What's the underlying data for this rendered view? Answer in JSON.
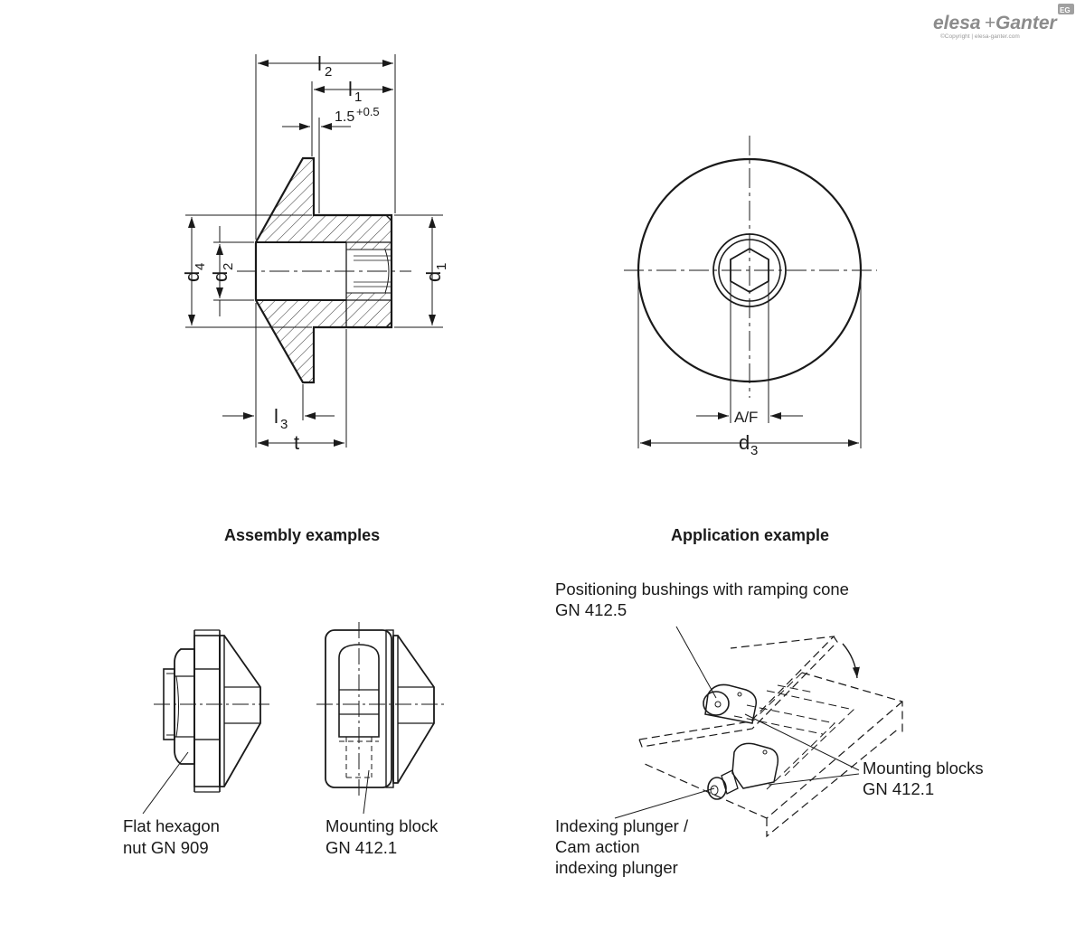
{
  "brand": {
    "name_a": "elesa",
    "plus": "+",
    "name_b": "Ganter",
    "badge": "EG",
    "copyright": "©Copyright | elesa-ganter.com"
  },
  "dimensions": {
    "l2": {
      "letter": "l",
      "sub": "2"
    },
    "l1": {
      "letter": "l",
      "sub": "1"
    },
    "gap": {
      "base": "1.5",
      "tol": "+0.5"
    },
    "d4": {
      "letter": "d",
      "sub": "4"
    },
    "d2": {
      "letter": "d",
      "sub": "2"
    },
    "d1": {
      "letter": "d",
      "sub": "1"
    },
    "l3": {
      "letter": "l",
      "sub": "3"
    },
    "t": {
      "letter": "t"
    },
    "af": {
      "letter": "A/F"
    },
    "d3": {
      "letter": "d",
      "sub": "3"
    }
  },
  "sections": {
    "assembly_title": "Assembly examples",
    "application_title": "Application example"
  },
  "labels": {
    "hex_nut": [
      "Flat hexagon",
      "nut GN 909"
    ],
    "mount_block_single": [
      "Mounting block",
      "GN 412.1"
    ],
    "bushings": [
      "Positioning bushings with ramping cone",
      "GN 412.5"
    ],
    "mount_blocks_plural": [
      "Mounting blocks",
      "GN 412.1"
    ],
    "plunger": [
      "Indexing plunger /",
      "Cam action",
      "indexing plunger"
    ]
  },
  "colors": {
    "line": "#1a1a1a",
    "logo": "#8c8c8c",
    "bushing_fill": "#8a8a8a"
  }
}
